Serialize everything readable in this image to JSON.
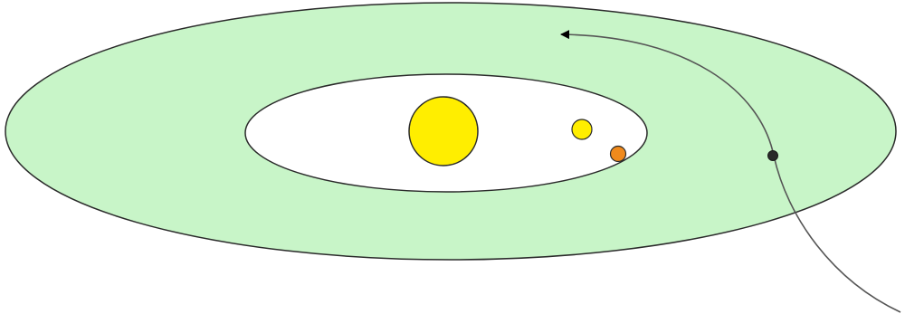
{
  "diagram": {
    "colors": {
      "background": "#ffffff",
      "outer_zone": "#c8f5c8",
      "inner_zone": "#ffffff",
      "outline": "#2a2a2a",
      "star": "#ffee00",
      "small_body_yellow": "#ffee00",
      "small_body_orange": "#f08a1c",
      "trajectory": "#555555",
      "object_marker": "#2a2a2a",
      "arrowhead": "#000000"
    },
    "elements": [
      {
        "name": "outer-green-ring",
        "kind": "elliptical region"
      },
      {
        "name": "inner-white-region",
        "kind": "elliptical region"
      },
      {
        "name": "central-star",
        "kind": "large yellow circle"
      },
      {
        "name": "small-yellow-body",
        "kind": "small yellow circle"
      },
      {
        "name": "small-orange-body",
        "kind": "small orange circle"
      },
      {
        "name": "incoming-trajectory",
        "kind": "curved path with arrowhead"
      },
      {
        "name": "object-marker",
        "kind": "dark dot on trajectory"
      }
    ]
  }
}
